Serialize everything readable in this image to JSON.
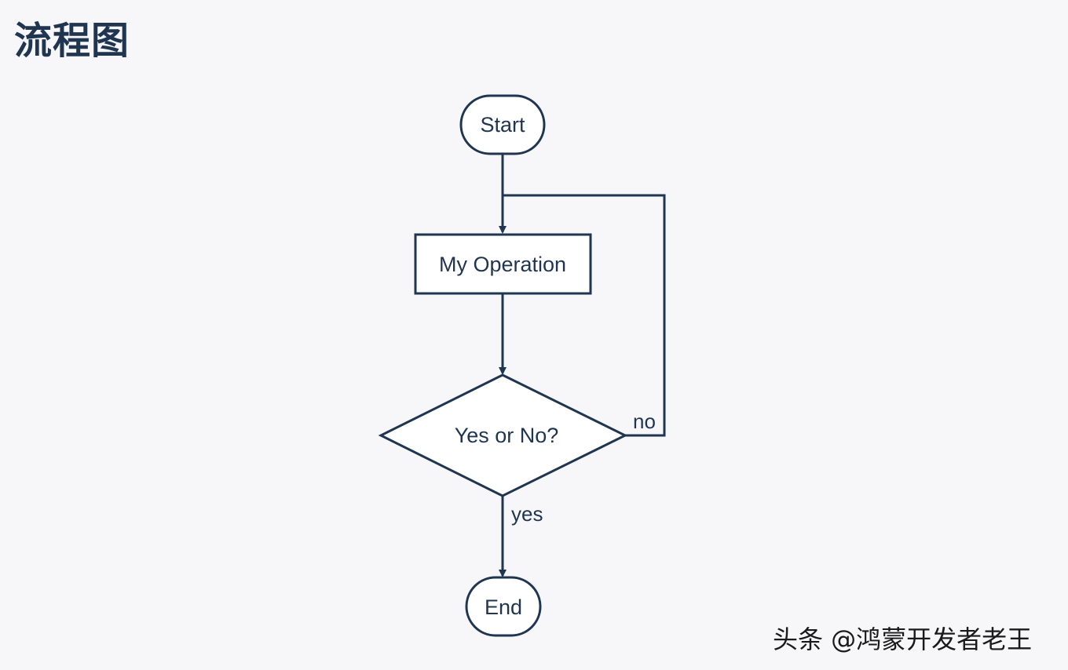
{
  "title": "流程图",
  "nodes": {
    "start": {
      "label": "Start",
      "shape": "terminator"
    },
    "operation": {
      "label": "My Operation",
      "shape": "process"
    },
    "decision": {
      "label": "Yes or No?",
      "shape": "decision"
    },
    "end": {
      "label": "End",
      "shape": "terminator"
    }
  },
  "edges": [
    {
      "from": "start",
      "to": "operation",
      "label": ""
    },
    {
      "from": "operation",
      "to": "decision",
      "label": ""
    },
    {
      "from": "decision",
      "to": "operation",
      "label": "no"
    },
    {
      "from": "decision",
      "to": "end",
      "label": "yes"
    }
  ],
  "edge_labels": {
    "no": "no",
    "yes": "yes"
  },
  "watermark": "头条 @鸿蒙开发者老王",
  "colors": {
    "stroke": "#1f3550",
    "background": "#f7f7fa",
    "node_fill": "#ffffff"
  }
}
